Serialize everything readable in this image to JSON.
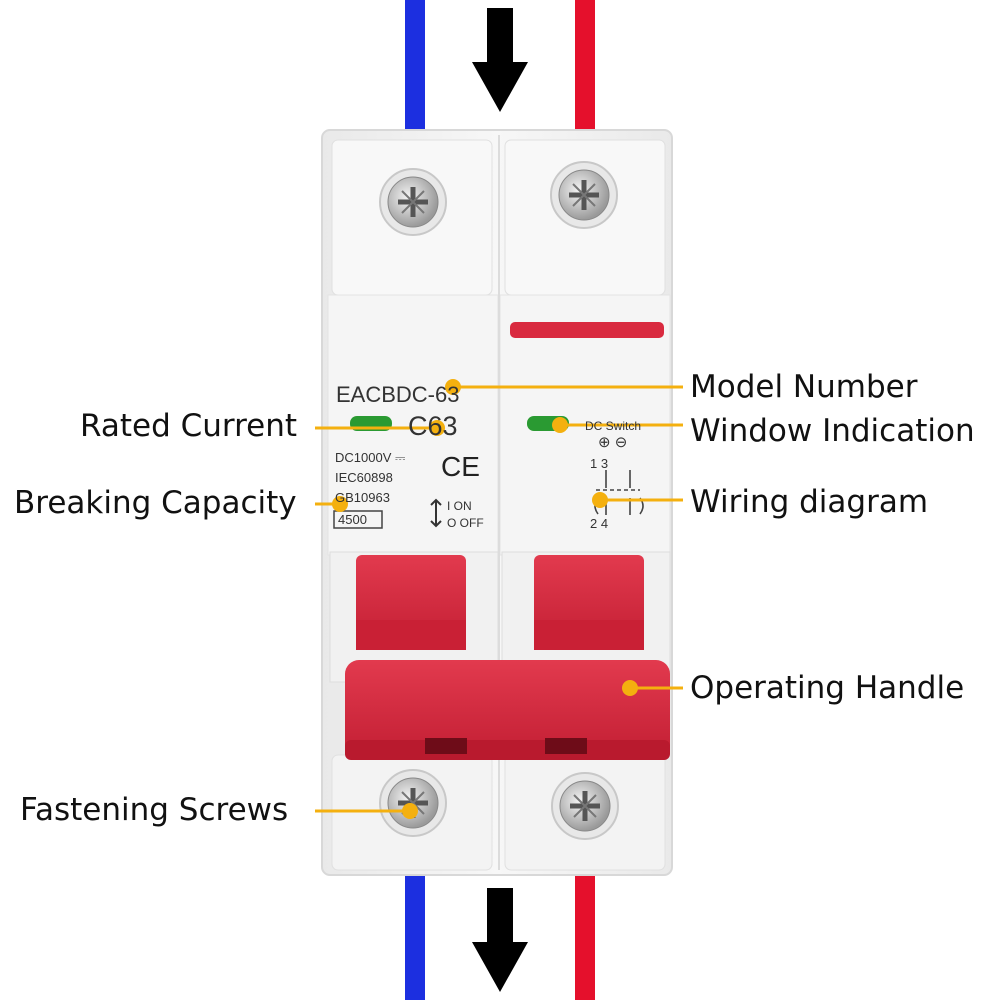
{
  "diagram": {
    "colors": {
      "positive_wire": "#1c2fe0",
      "negative_wire": "#e5102c",
      "handle_red": "#d92a3f",
      "leader_line": "#f4b00f",
      "indicator_green": "#2a9a32",
      "housing": "#f4f4f4"
    },
    "module_labels": {
      "model": "EACBDC-63",
      "rating": "C63",
      "voltage": "DC1000V ⎓",
      "standard_iec": "IEC60898",
      "standard_gb": "GB10963",
      "breaking_capacity": "4500",
      "mark_ce": "CE",
      "on": "I  ON",
      "off": "O OFF",
      "switch_label": "DC Switch",
      "terminals_top": "1   3",
      "terminals_bottom": "2   4",
      "polarity": "⊕  ⊖"
    },
    "callouts": {
      "model_number": "Model Number",
      "window_indication": "Window Indication",
      "rated_current": "Rated Current",
      "wiring_diagram": "Wiring diagram",
      "breaking_capacity": "Breaking Capacity",
      "operating_handle": "Operating Handle",
      "fastening_screws": "Fastening Screws"
    }
  }
}
